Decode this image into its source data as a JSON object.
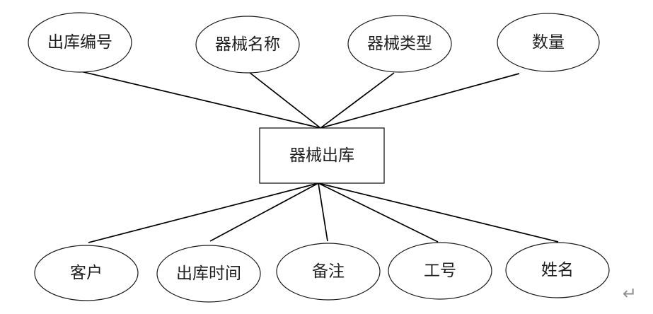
{
  "diagram": {
    "entity": {
      "label": "器械出库"
    },
    "top_attributes": [
      {
        "label": "出库编号"
      },
      {
        "label": "器械名称"
      },
      {
        "label": "器械类型"
      },
      {
        "label": "数量"
      }
    ],
    "bottom_attributes": [
      {
        "label": "客户"
      },
      {
        "label": "出库时间"
      },
      {
        "label": "备注"
      },
      {
        "label": "工号"
      },
      {
        "label": "姓名"
      }
    ],
    "return_mark": "↵",
    "colors": {
      "stroke": "#000000",
      "shape_fill": "#ffffff",
      "text": "#1f1f1f",
      "return_mark": "#8f8f8f"
    }
  }
}
